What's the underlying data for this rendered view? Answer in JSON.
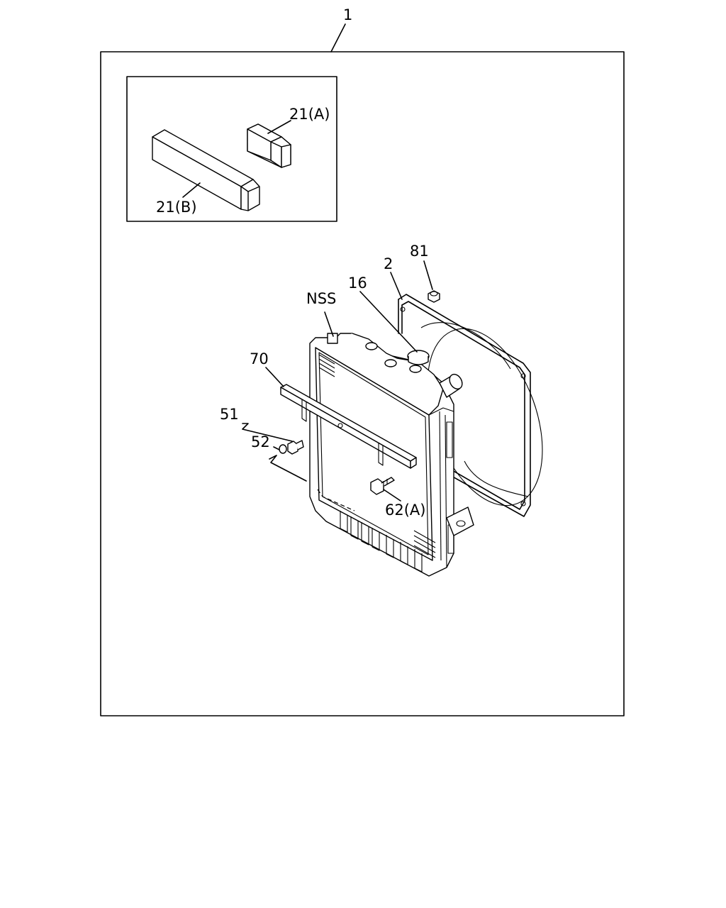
{
  "diagram": {
    "callouts": {
      "assembly": "1",
      "part_21a": "21(A)",
      "part_21b": "21(B)",
      "part_81": "81",
      "part_2": "2",
      "part_16": "16",
      "part_nss": "NSS",
      "part_70": "70",
      "part_51": "51",
      "part_52": "52",
      "part_62a": "62(A)"
    }
  }
}
